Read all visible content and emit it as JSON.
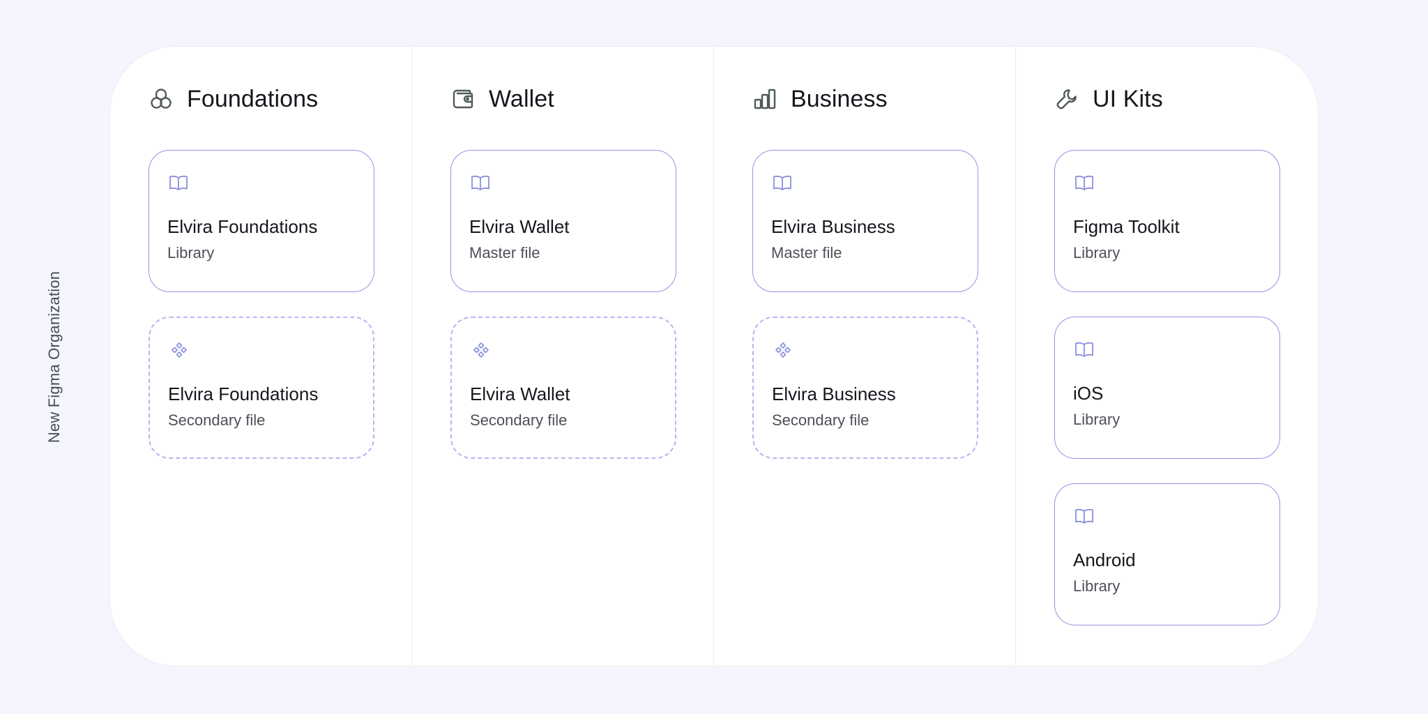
{
  "org_label": "New Figma Organization",
  "columns": [
    {
      "title": "Foundations",
      "icon": "circles-icon",
      "cards": [
        {
          "title": "Elvira Foundations",
          "subtitle": "Library",
          "icon": "book-icon",
          "style": "primary"
        },
        {
          "title": "Elvira Foundations",
          "subtitle": "Secondary file",
          "icon": "components-icon",
          "style": "secondary"
        }
      ]
    },
    {
      "title": "Wallet",
      "icon": "wallet-icon",
      "cards": [
        {
          "title": "Elvira Wallet",
          "subtitle": "Master file",
          "icon": "book-icon",
          "style": "primary"
        },
        {
          "title": "Elvira Wallet",
          "subtitle": "Secondary file",
          "icon": "components-icon",
          "style": "secondary"
        }
      ]
    },
    {
      "title": "Business",
      "icon": "bar-chart-icon",
      "cards": [
        {
          "title": "Elvira Business",
          "subtitle": "Master file",
          "icon": "book-icon",
          "style": "primary"
        },
        {
          "title": "Elvira Business",
          "subtitle": "Secondary file",
          "icon": "components-icon",
          "style": "secondary"
        }
      ]
    },
    {
      "title": "UI Kits",
      "icon": "wrench-icon",
      "cards": [
        {
          "title": "Figma Toolkit",
          "subtitle": "Library",
          "icon": "book-icon",
          "style": "primary"
        },
        {
          "title": "iOS",
          "subtitle": "Library",
          "icon": "book-icon",
          "style": "primary"
        },
        {
          "title": "Android",
          "subtitle": "Library",
          "icon": "book-icon",
          "style": "primary"
        }
      ]
    }
  ],
  "colors": {
    "background": "#f4f5fd",
    "board": "#ffffff",
    "card_border": "#8f95e0",
    "card_border_dashed": "#b3b7ee",
    "header_icon": "#4f5a58",
    "card_icon": "#8a90dc"
  }
}
